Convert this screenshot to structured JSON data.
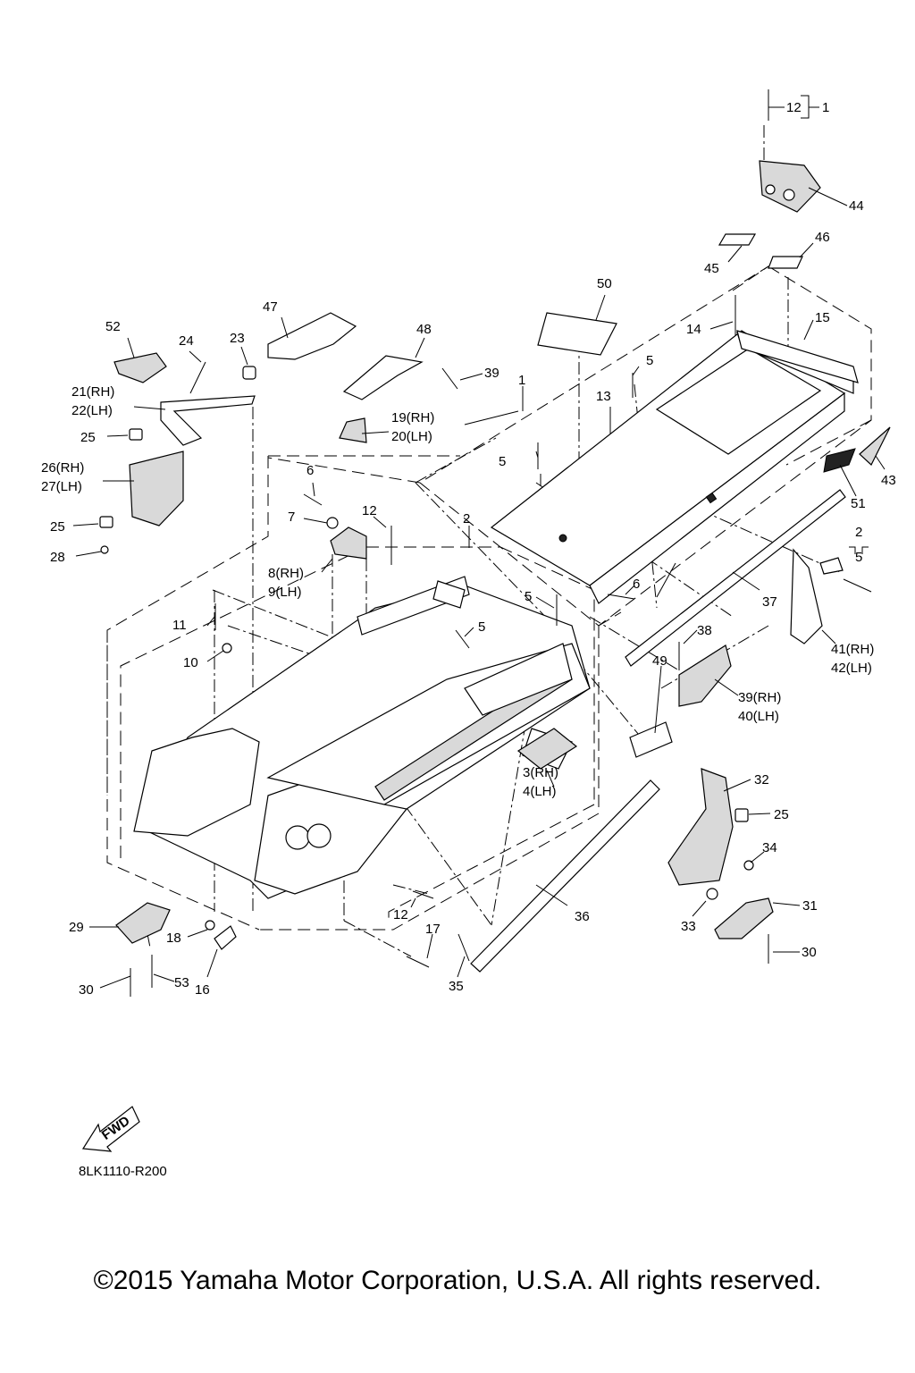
{
  "diagram_code": "8LK1110-R200",
  "copyright": "©2015 Yamaha Motor Corporation, U.S.A. All rights reserved.",
  "fwd_label": "FWD",
  "callouts": {
    "c1": "1",
    "c1b": "1",
    "c2": "2",
    "c2b": "2",
    "c2_5": "5",
    "c3": "3(RH)",
    "c4": "4(LH)",
    "c5a": "5",
    "c5b": "5",
    "c5c": "5",
    "c5d": "5",
    "c6a": "6",
    "c6b": "6",
    "c7": "7",
    "c8": "8(RH)",
    "c9": "9(LH)",
    "c10": "10",
    "c11": "11",
    "c12a": "12",
    "c12b": "12",
    "c12c": "12",
    "c13": "13",
    "c14": "14",
    "c15": "15",
    "c16": "16",
    "c17": "17",
    "c18": "18",
    "c19": "19(RH)",
    "c20": "20(LH)",
    "c21": "21(RH)",
    "c22": "22(LH)",
    "c23": "23",
    "c24": "24",
    "c25a": "25",
    "c25b": "25",
    "c25c": "25",
    "c26": "26(RH)",
    "c27": "27(LH)",
    "c28": "28",
    "c29": "29",
    "c30a": "30",
    "c30b": "30",
    "c31": "31",
    "c32": "32",
    "c33": "33",
    "c34": "34",
    "c35": "35",
    "c36": "36",
    "c37": "37",
    "c38": "38",
    "c39": "39",
    "c39rh": "39(RH)",
    "c40": "40(LH)",
    "c41": "41(RH)",
    "c42": "42(LH)",
    "c43": "43",
    "c44": "44",
    "c45": "45",
    "c46": "46",
    "c47": "47",
    "c48": "48",
    "c49": "49",
    "c50": "50",
    "c51": "51",
    "c52": "52",
    "c53": "53"
  }
}
